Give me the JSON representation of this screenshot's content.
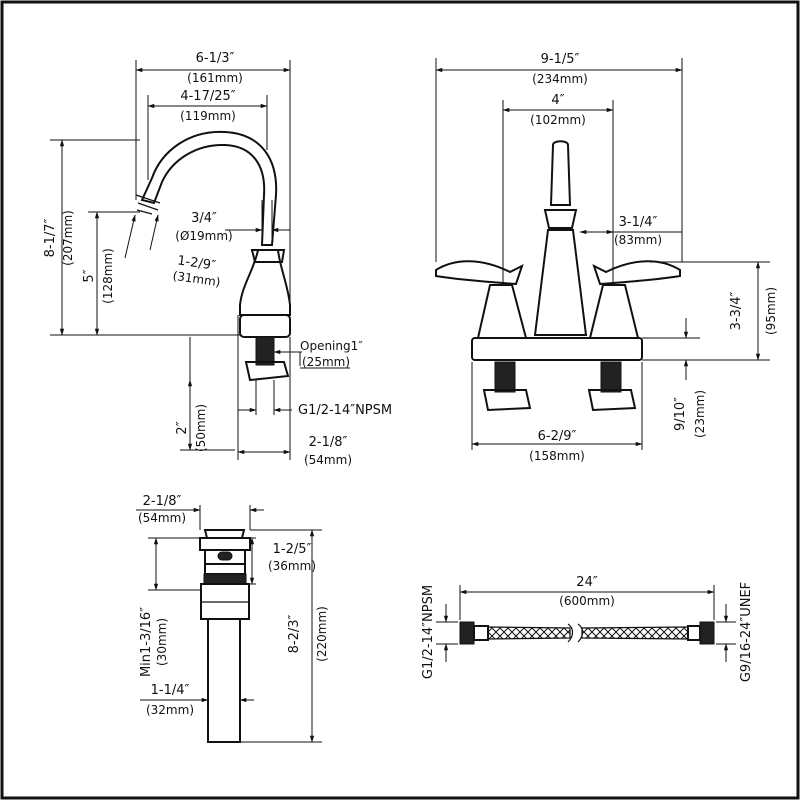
{
  "colors": {
    "line": "#111111",
    "background": "#ffffff"
  },
  "side_view": {
    "width_total": "6-1/3″",
    "width_total_mm": "(161mm)",
    "spout_reach": "4-17/25″",
    "spout_reach_mm": "(119mm)",
    "height_total": "8-1/7″",
    "height_total_mm": "(207mm)",
    "spout_height": "5″",
    "spout_height_mm": "(128mm)",
    "spout_dia": "3/4″",
    "spout_dia_mm": "(Ø19mm)",
    "aerator": "1-2/9″",
    "aerator_mm": "(31mm)",
    "opening": "Opening1″",
    "opening_mm": "(25mm)",
    "thread": "G1/2-14″NPSM",
    "shank": "2″",
    "shank_mm": "(50mm)",
    "base": "2-1/8″",
    "base_mm": "(54mm)"
  },
  "front_view": {
    "width_total": "9-1/5″",
    "width_total_mm": "(234mm)",
    "center_set": "4″",
    "center_set_mm": "(102mm)",
    "handle_reach": "3-1/4″",
    "handle_reach_mm": "(83mm)",
    "handle_height": "3-3/4″",
    "handle_height_mm": "(95mm)",
    "deck_plate": "9/10″",
    "deck_plate_mm": "(23mm)",
    "base_width": "6-2/9″",
    "base_width_mm": "(158mm)"
  },
  "drain": {
    "top_dia": "2-1/8″",
    "top_dia_mm": "(54mm)",
    "overflow": "1-2/5″",
    "overflow_mm": "(36mm)",
    "min_depth": "Min1-3/16″",
    "min_depth_mm": "(30mm)",
    "total_length": "8-2/3″",
    "total_length_mm": "(220mm)",
    "tail_dia": "1-1/4″",
    "tail_dia_mm": "(32mm)"
  },
  "hose": {
    "length": "24″",
    "length_mm": "(600mm)",
    "left_thread": "G1/2-14″NPSM",
    "right_thread": "G9/16-24″UNEF"
  }
}
